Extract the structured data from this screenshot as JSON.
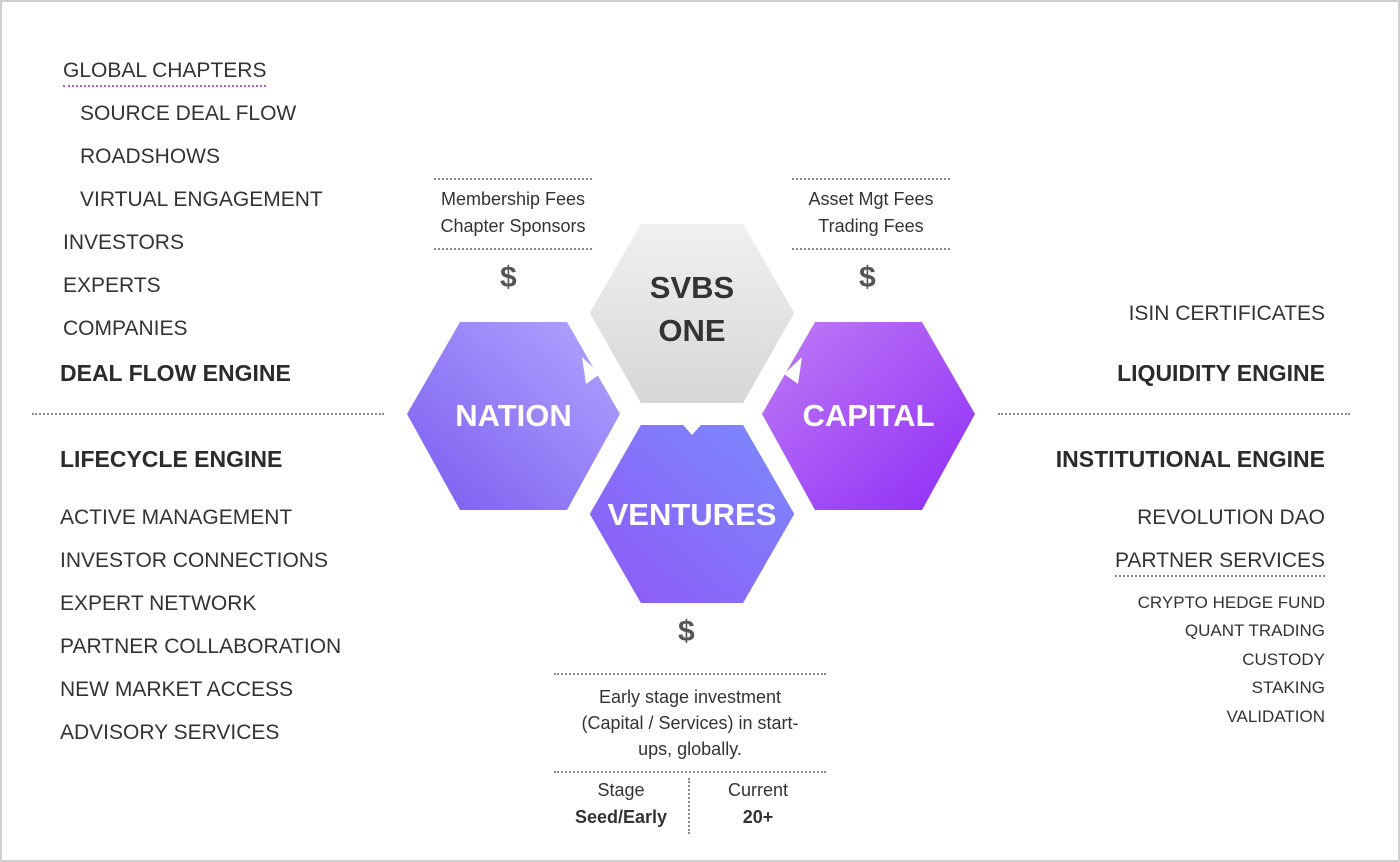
{
  "left_top": {
    "global_chapters": "GLOBAL CHAPTERS",
    "sub_items": [
      "SOURCE DEAL FLOW",
      "ROADSHOWS",
      "VIRTUAL ENGAGEMENT"
    ],
    "items": [
      "INVESTORS",
      "EXPERTS",
      "COMPANIES"
    ],
    "engine": "DEAL FLOW ENGINE"
  },
  "left_bottom": {
    "engine": "LIFECYCLE ENGINE",
    "items": [
      "ACTIVE MANAGEMENT",
      "INVESTOR CONNECTIONS",
      "EXPERT NETWORK",
      "PARTNER COLLABORATION",
      "NEW MARKET ACCESS",
      "ADVISORY SERVICES"
    ]
  },
  "right_top": {
    "isin": "ISIN CERTIFICATES",
    "engine": "LIQUIDITY ENGINE"
  },
  "right_bottom": {
    "engine": "INSTITUTIONAL ENGINE",
    "revolution_dao": "REVOLUTION DAO",
    "partner_services": "PARTNER SERVICES",
    "services": [
      "CRYPTO HEDGE FUND",
      "QUANT TRADING",
      "CUSTODY",
      "STAKING",
      "VALIDATION"
    ]
  },
  "fees": {
    "nation": [
      "Membership Fees",
      "Chapter Sponsors"
    ],
    "capital": [
      "Asset Mgt Fees",
      "Trading Fees"
    ]
  },
  "currency_symbol": "$",
  "hexagons": {
    "svbs": {
      "line1": "SVBS",
      "line2": "ONE"
    },
    "nation": "NATION",
    "capital": "CAPITAL",
    "ventures": "VENTURES"
  },
  "ventures_info": {
    "description_lines": [
      "Early stage investment",
      "(Capital / Services) in start-",
      "ups, globally."
    ],
    "stage_label": "Stage",
    "stage_value": "Seed/Early",
    "current_label": "Current",
    "current_value": "20+"
  },
  "colors": {
    "svbs_light": "#f1f1f1",
    "svbs_dark": "#d6d6d6",
    "nation_light": "#b3a6ff",
    "nation_dark": "#7a5cf0",
    "capital_light": "#c07cf7",
    "capital_dark": "#8e2cf5",
    "ventures_light": "#7b8cff",
    "ventures_dark": "#8f57f5",
    "global_chapters_underline": "#b45cd8"
  }
}
